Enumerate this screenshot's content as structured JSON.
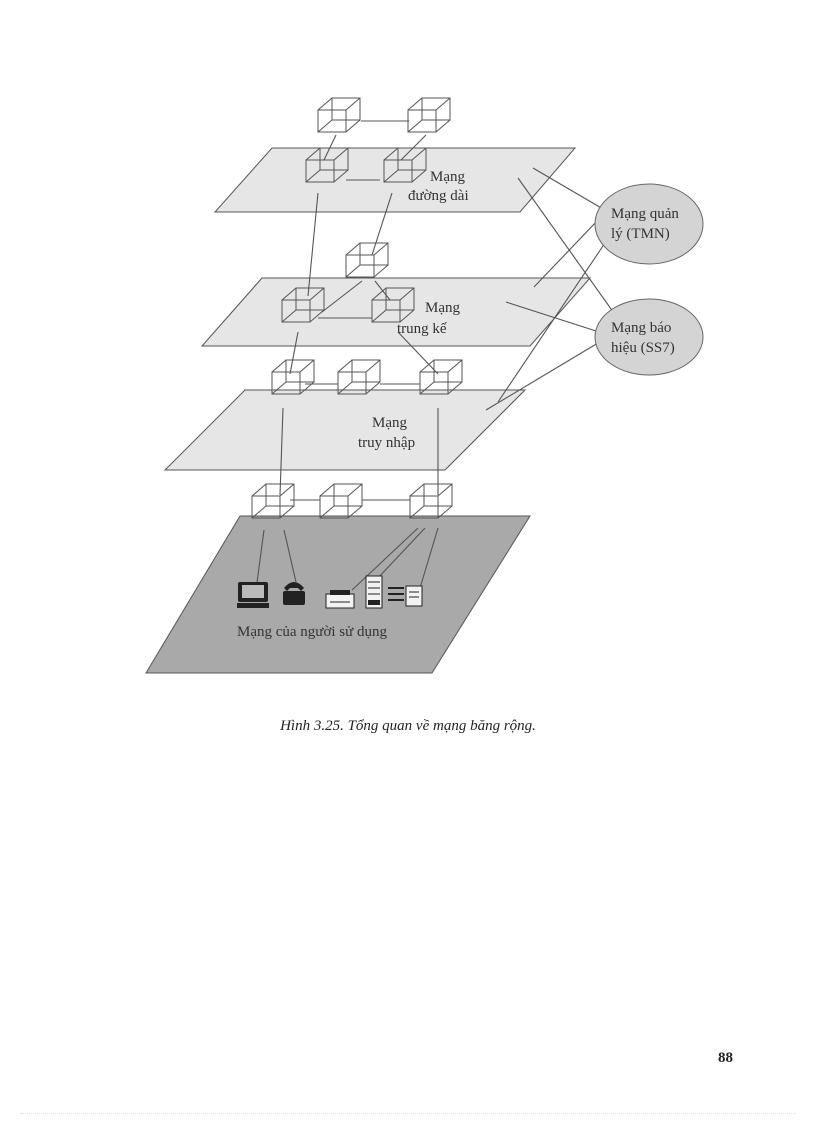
{
  "diagram": {
    "layers": {
      "long_distance": {
        "line1": "Mạng",
        "line2": "đường dài"
      },
      "trunk": {
        "line1": "Mạng",
        "line2": "trung kế"
      },
      "access": {
        "line1": "Mạng",
        "line2": "truy nhập"
      },
      "user": {
        "label": "Mạng của người sử dụng"
      }
    },
    "side_networks": {
      "management": {
        "line1": "Mạng quản",
        "line2": "lý (TMN)"
      },
      "signaling": {
        "line1": "Mạng báo",
        "line2": "hiệu (SS7)"
      }
    },
    "devices": [
      "computer-icon",
      "telephone-icon",
      "printer-icon",
      "server-icon",
      "document-icon"
    ]
  },
  "caption": "Hình 3.25. Tổng quan về mạng băng rộng.",
  "page_number": "88"
}
